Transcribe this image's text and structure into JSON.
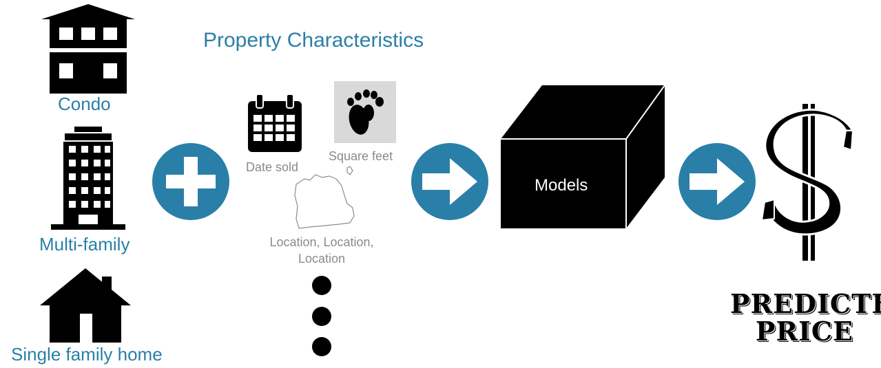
{
  "property_types": {
    "condo": "Condo",
    "multi_family": "Multi-family",
    "single_family": "Single family home"
  },
  "characteristics": {
    "title": "Property Characteristics",
    "date_sold": "Date sold",
    "square_feet": "Square feet",
    "location_line1": "Location, Location,",
    "location_line2": "Location"
  },
  "model": {
    "label": "Models"
  },
  "output": {
    "line1": "PREDICTED",
    "line2": "PRICE"
  },
  "icons": {
    "condo": "condo-building-icon",
    "multi_family": "apartment-building-icon",
    "single_family": "house-icon",
    "plus": "plus-icon",
    "calendar": "calendar-icon",
    "footprint": "footprint-icon",
    "map": "map-outline-icon",
    "arrow": "arrow-right-icon",
    "box": "black-box-icon",
    "dollar": "dollar-sign-icon"
  },
  "colors": {
    "accent": "#2a7fa8",
    "muted_text": "#8a8a8a"
  }
}
